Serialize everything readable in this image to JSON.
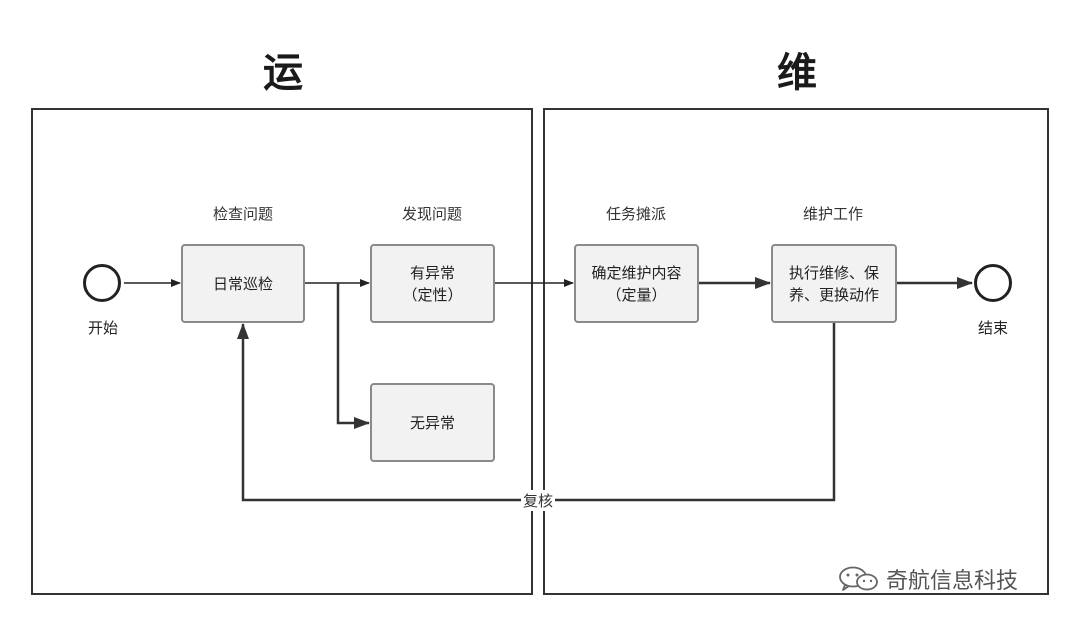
{
  "lanes": [
    {
      "title": "运"
    },
    {
      "title": "维"
    }
  ],
  "step_labels": [
    "检查问题",
    "发现问题",
    "任务摊派",
    "维护工作"
  ],
  "nodes": {
    "start": "开始",
    "end": "结束"
  },
  "boxes": {
    "daily_inspection": "日常巡检",
    "abnormal": "有异常\n（定性）",
    "normal": "无异常",
    "determine": "确定维护内容\n（定量）",
    "execute": "执行维修、保\n养、更换动作"
  },
  "edge_labels": {
    "recheck": "复核"
  },
  "watermark": {
    "icon": "wechat-icon",
    "text": "奇航信息科技"
  }
}
